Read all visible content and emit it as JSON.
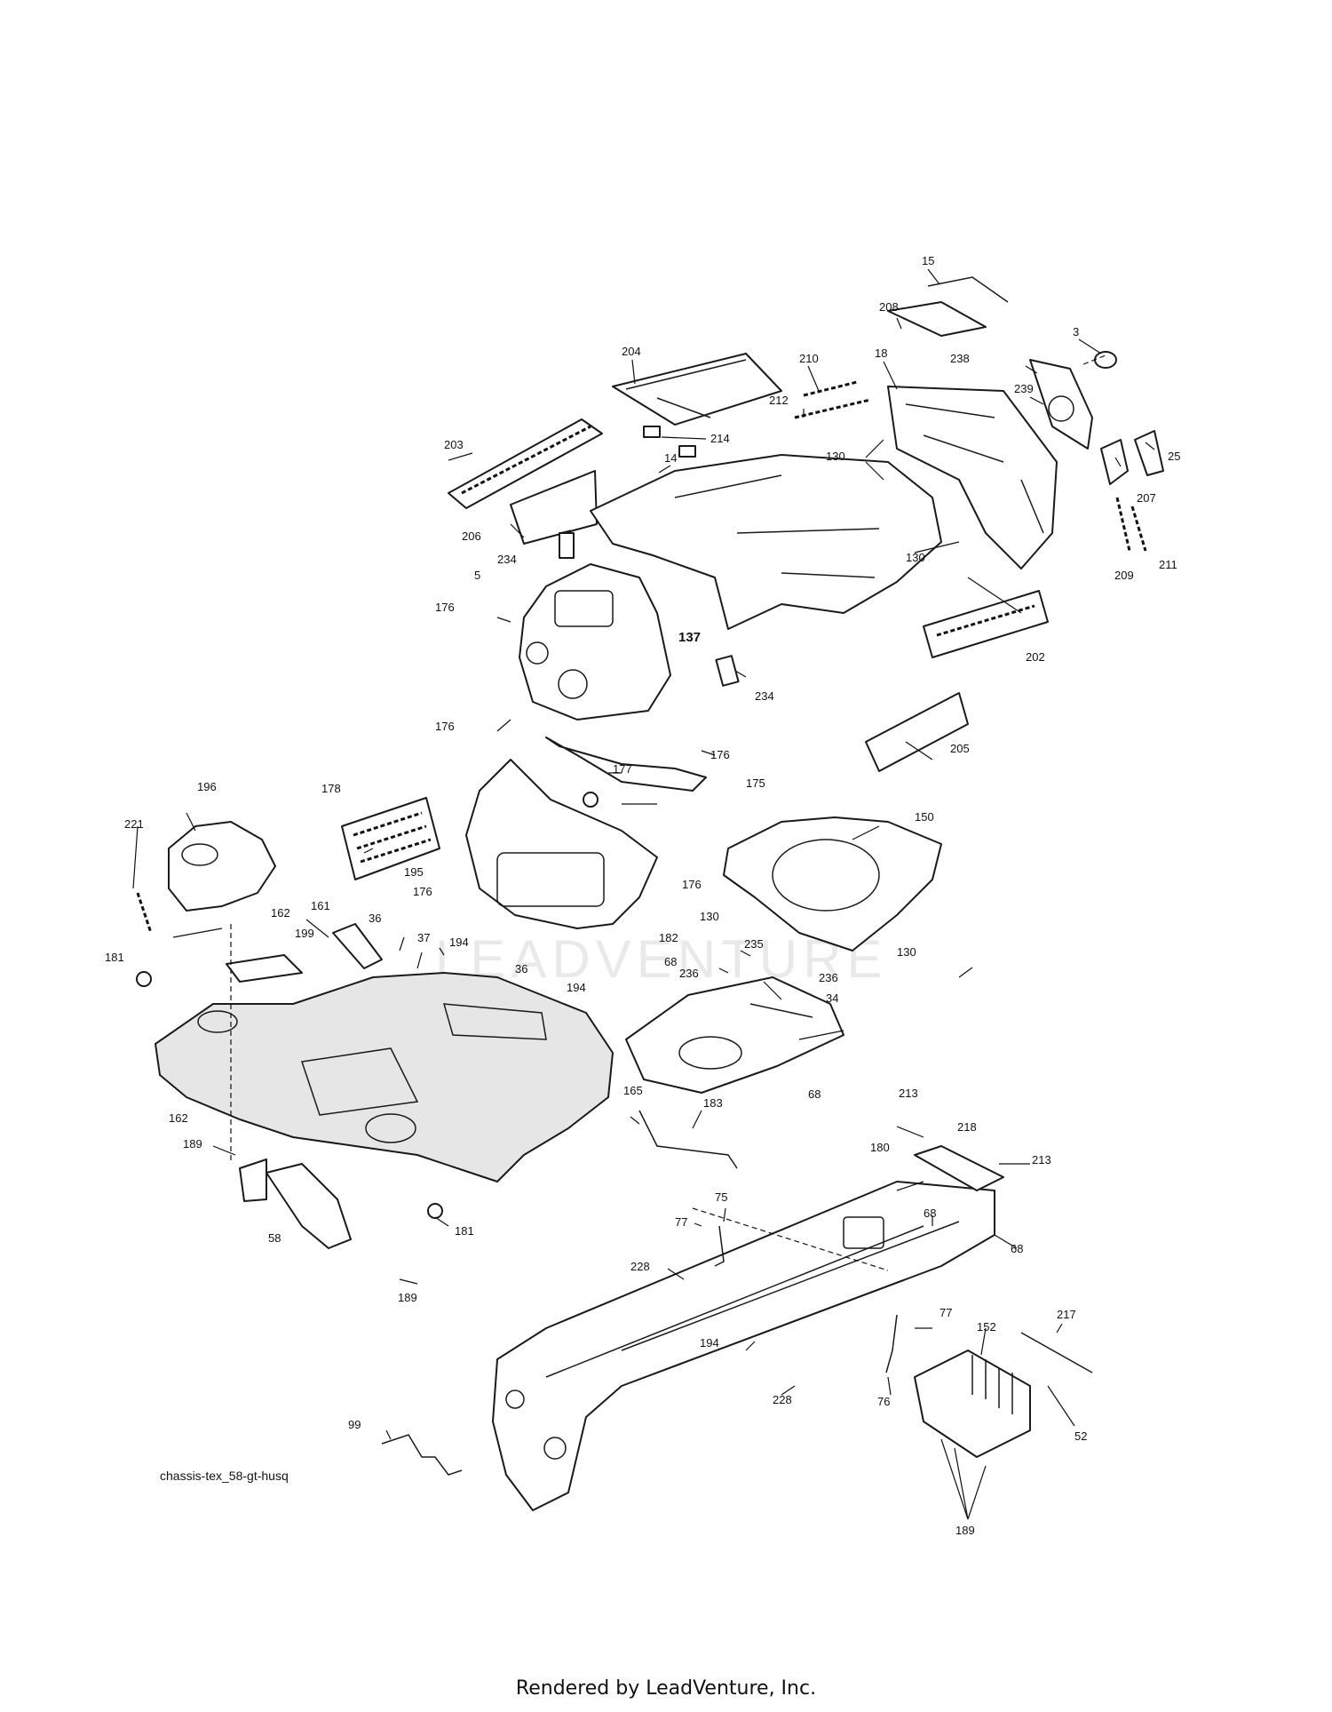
{
  "diagram": {
    "id_label": "chassis-tex_58-gt-husq",
    "watermark": "LEADVENTURE",
    "footer": "Rendered by LeadVenture, Inc."
  },
  "callouts": [
    "15",
    "208",
    "3",
    "204",
    "210",
    "18",
    "238",
    "239",
    "212",
    "214",
    "203",
    "130",
    "14",
    "25",
    "207",
    "130",
    "206",
    "234",
    "209",
    "211",
    "5",
    "176",
    "137",
    "202",
    "234",
    "176",
    "176",
    "205",
    "177",
    "175",
    "178",
    "196",
    "150",
    "221",
    "162",
    "161",
    "195",
    "176",
    "176",
    "130",
    "36",
    "199",
    "194",
    "37",
    "182",
    "235",
    "181",
    "36",
    "68",
    "236",
    "130",
    "194",
    "236",
    "34",
    "68",
    "165",
    "183",
    "213",
    "162",
    "218",
    "189",
    "213",
    "180",
    "68",
    "75",
    "77",
    "68",
    "58",
    "181",
    "228",
    "189",
    "77",
    "194",
    "217",
    "152",
    "228",
    "76",
    "52",
    "99",
    "189"
  ]
}
